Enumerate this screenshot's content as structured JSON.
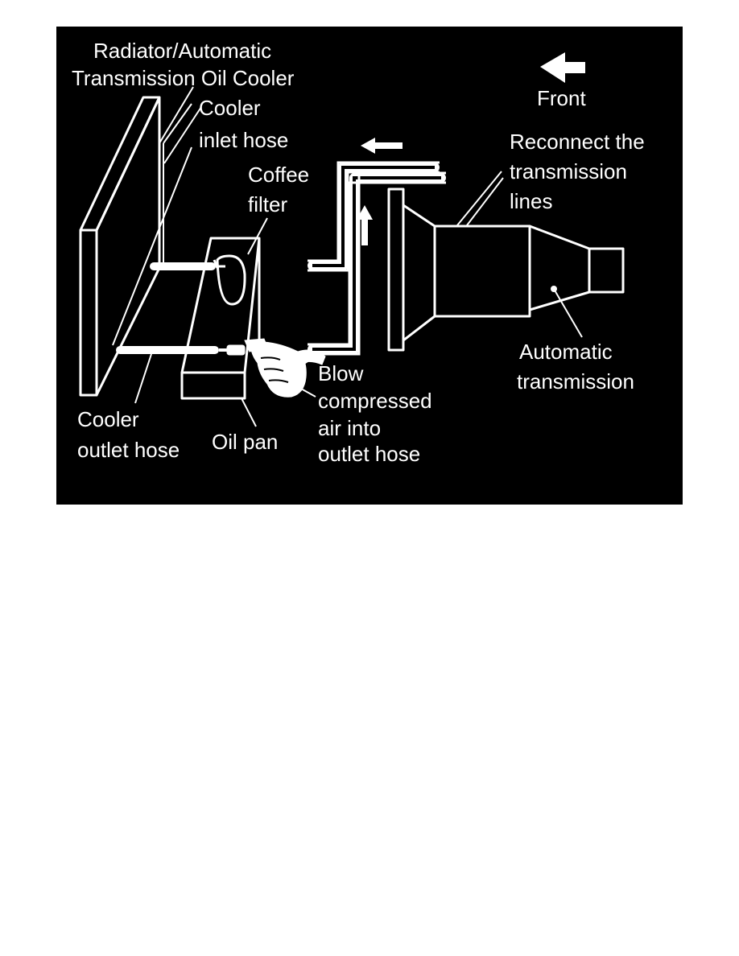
{
  "colors": {
    "background": "#000000",
    "line": "#ffffff",
    "page": "#ffffff"
  },
  "labels": {
    "radiator_line1": "Radiator/Automatic",
    "radiator_line2": "Transmission Oil Cooler",
    "front": "Front",
    "inlet_line1": "Cooler",
    "inlet_line2": "inlet hose",
    "filter_line1": "Coffee",
    "filter_line2": "filter",
    "reconnect_line1": "Reconnect the",
    "reconnect_line2": "transmission",
    "reconnect_line3": "lines",
    "trans_line1": "Automatic",
    "trans_line2": "transmission",
    "blow_line1": "Blow",
    "blow_line2": "compressed",
    "blow_line3": "air into",
    "blow_line4": "outlet hose",
    "outlet_line1": "Cooler",
    "outlet_line2": "outlet hose",
    "oil_pan": "Oil pan"
  },
  "icons": {
    "front_arrow": "arrow-left-icon",
    "flow_arrow_left": "arrow-left-icon",
    "flow_arrow_up": "arrow-up-icon"
  }
}
